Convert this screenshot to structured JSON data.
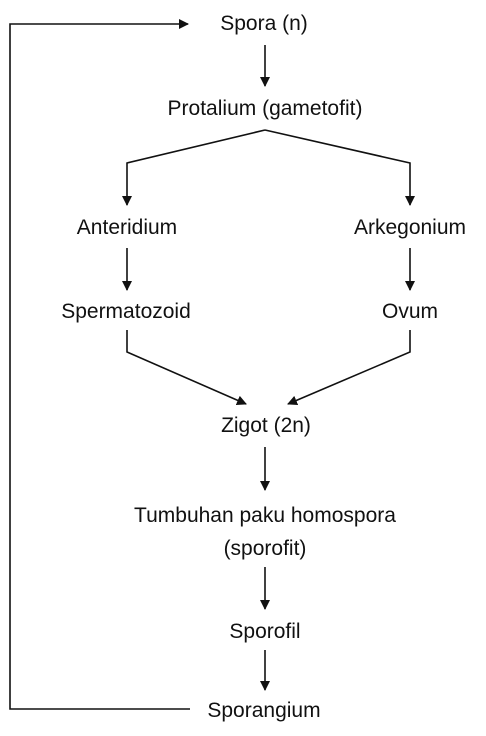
{
  "nodes": {
    "spora": "Spora (n)",
    "protalium": "Protalium (gametofit)",
    "anteridium": "Anteridium",
    "arkegonium": "Arkegonium",
    "spermatozoid": "Spermatozoid",
    "ovum": "Ovum",
    "zigot": "Zigot (2n)",
    "tumbuhan_line1": "Tumbuhan paku homospora",
    "tumbuhan_line2": "(sporofit)",
    "sporofil": "Sporofil",
    "sporangium": "Sporangium"
  },
  "colors": {
    "line": "#111111",
    "text": "#111111",
    "background": "#ffffff"
  }
}
